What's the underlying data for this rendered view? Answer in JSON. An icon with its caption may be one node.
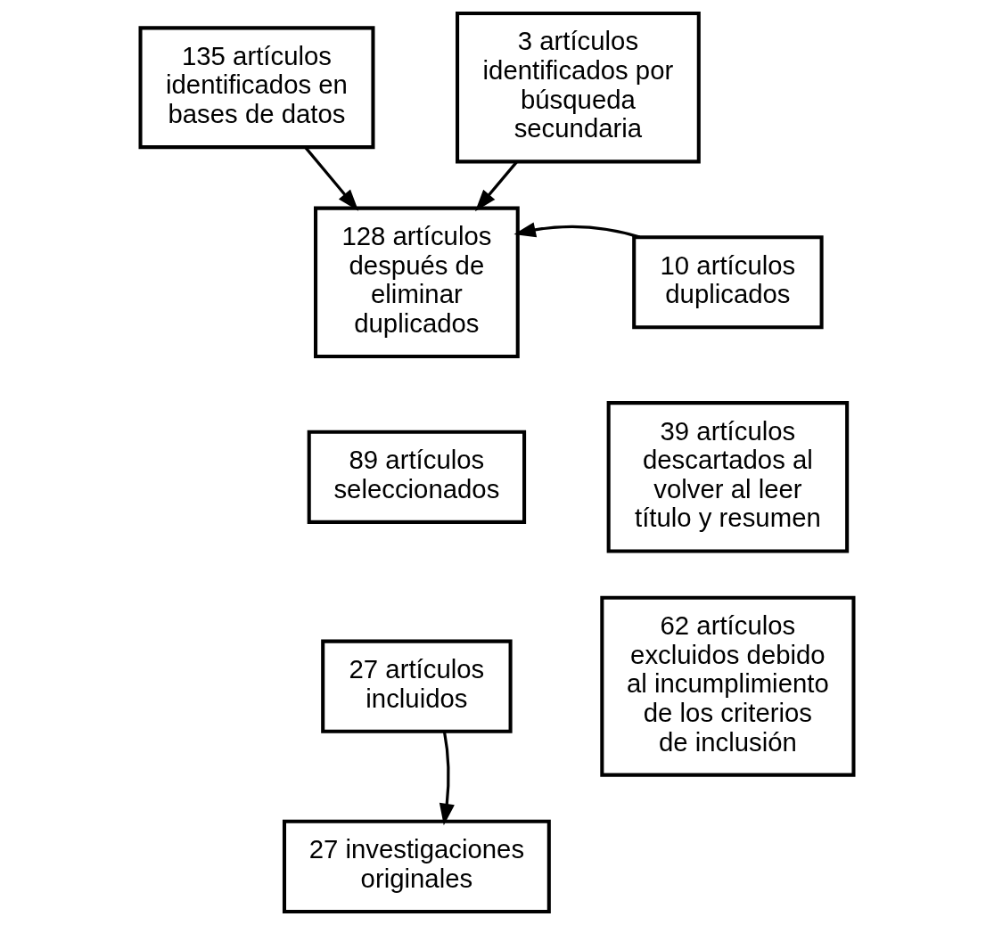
{
  "diagram": {
    "nodes": [
      {
        "text": [
          "135 artículos identificados en bases de datos"
        ]
      },
      {
        "text": [
          "3 artículos identificados por búsqueda secundaria"
        ]
      },
      {
        "text": [
          "128 artículos después de eliminar duplicados"
        ]
      },
      {
        "text": [
          "10 artículos duplicados"
        ]
      },
      {
        "text": [
          "39 artículos descartados al volver al leer título y resumen"
        ]
      },
      {
        "text": [
          "89 artículos seleccionados"
        ]
      },
      {
        "text": [
          "27 artículos incluidos"
        ]
      },
      {
        "text": [
          "62 artículos excluidos debido al incumplimiento de los criterios de inclusión"
        ]
      },
      {
        "text": [
          "27 investigaciones originales"
        ]
      }
    ],
    "edges": [
      {
        "from": 0,
        "to": 2,
        "arrow": "to"
      },
      {
        "from": 1,
        "to": 2,
        "arrow": "to"
      },
      {
        "from": 3,
        "to": 2,
        "arrow": "to"
      },
      {
        "from": 6,
        "to": 8,
        "arrow": "to"
      }
    ]
  }
}
